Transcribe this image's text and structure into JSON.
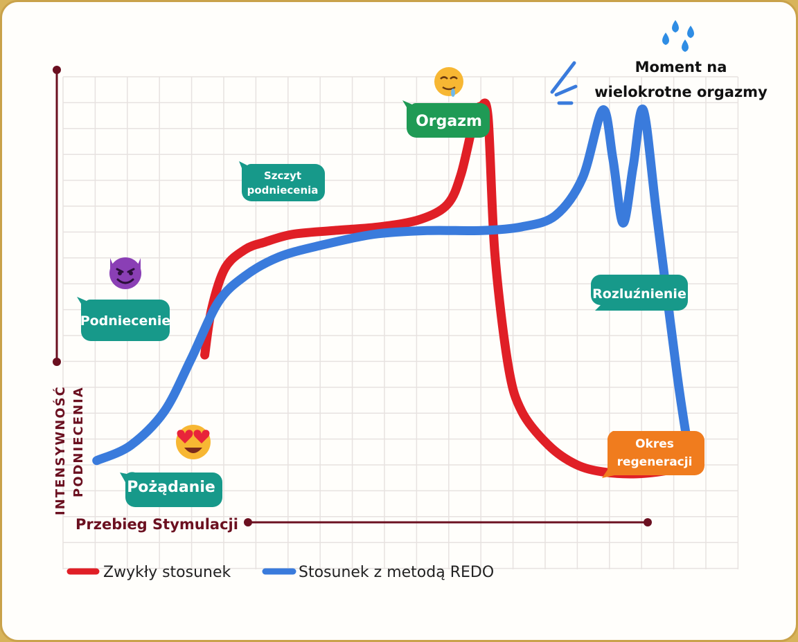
{
  "chart_data": {
    "type": "line",
    "title": "",
    "xlabel": "Przebieg Stymulacji",
    "ylabel": "INTENSYWNOŚĆ PODNIECENIA",
    "ylabel_lines": [
      "INTENSYWNOŚĆ",
      "PODNIECENIA"
    ],
    "xlim": [
      0,
      100
    ],
    "ylim": [
      0,
      100
    ],
    "grid": true,
    "legend_position": "bottom-left",
    "series": [
      {
        "name": "Zwykły stosunek",
        "color": "#e01f26",
        "x": [
          21,
          22,
          24,
          27,
          30,
          34,
          40,
          47,
          53,
          57,
          59,
          61,
          62,
          63,
          64,
          66,
          68,
          72,
          76,
          80,
          85,
          90,
          93
        ],
        "y": [
          33,
          45,
          56,
          61,
          63,
          65,
          66,
          67,
          69,
          73,
          81,
          96,
          99,
          96,
          60,
          30,
          18,
          9,
          4,
          2,
          1.5,
          2.5,
          4
        ]
      },
      {
        "name": "Stosunek z metodą REDO",
        "color": "#3a7bdc",
        "x": [
          5,
          10,
          15,
          19,
          23,
          27,
          32,
          38,
          46,
          54,
          62,
          68,
          73,
          77,
          80,
          81.5,
          83,
          84.5,
          86,
          88,
          91,
          92.5
        ],
        "y": [
          5,
          9,
          18,
          32,
          47,
          54,
          59,
          62,
          65,
          66,
          66,
          67,
          70,
          80,
          98,
          85,
          68,
          83,
          98,
          70,
          28,
          10
        ]
      }
    ],
    "annotations": [
      {
        "label": "Pożądanie",
        "color": "#17998a"
      },
      {
        "label": "Podniecenie",
        "color": "#17998a"
      },
      {
        "label": "Szczyt podniecenia",
        "lines": [
          "Szczyt",
          "podniecenia"
        ],
        "color": "#17998a"
      },
      {
        "label": "Orgazm",
        "color": "#1f9a55"
      },
      {
        "label": "Rozluźnienie",
        "color": "#17998a"
      },
      {
        "label": "Okres regeneracji",
        "lines": [
          "Okres",
          "regeneracji"
        ],
        "color": "#f07c1e"
      },
      {
        "label": "Moment na wielokrotne orgazmy",
        "lines": [
          "Moment na",
          "wielokrotne orgazmy"
        ],
        "color": "#111111"
      }
    ],
    "icons": [
      "heart-eyes-emoji",
      "smiling-devil-emoji",
      "drooling-face-emoji",
      "sweat-droplets-emoji"
    ]
  },
  "colors": {
    "axis": "#6b1020",
    "grid": "#e7e2e0",
    "teal": "#17998a",
    "green": "#1f9a55",
    "orange": "#f07c1e",
    "red": "#e01f26",
    "blue": "#3a7bdc"
  }
}
